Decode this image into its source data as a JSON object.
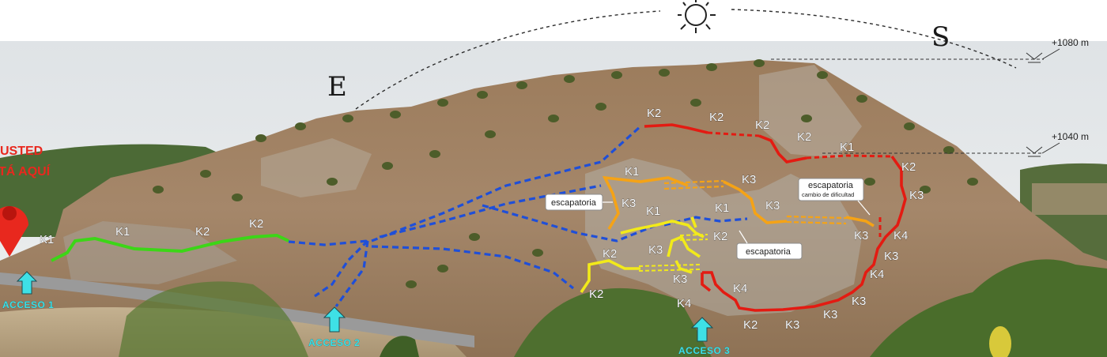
{
  "compass": {
    "east": "E",
    "south": "S",
    "sun": "sun-icon"
  },
  "altitudes": {
    "top": "+1080 m",
    "middle": "+1040 m"
  },
  "you_are_here": {
    "line1": "USTED",
    "line2": "TÁ AQUÍ",
    "marker": "location-pin-icon"
  },
  "accesses": [
    {
      "label": "ACCESO 1"
    },
    {
      "label": "ACCESO 2"
    },
    {
      "label": "ACCESO 3"
    }
  ],
  "escape_routes": [
    {
      "label": "escapatoria",
      "sublabel": ""
    },
    {
      "label": "escapatoria",
      "sublabel": "cambio de dificultad"
    },
    {
      "label": "escapatoria",
      "sublabel": ""
    }
  ],
  "route_colors": {
    "green": "#3cd617",
    "blue": "#1f4fd8",
    "yellow": "#f2ea1a",
    "orange": "#f5a316",
    "red": "#e31b12",
    "access": "#3ee0e6"
  },
  "difficulty_labels": {
    "green": [
      "K1",
      "K1",
      "K2",
      "K2"
    ],
    "blue": [
      "K2"
    ],
    "orange": [
      "K1",
      "K3",
      "K3",
      "K1",
      "K3",
      "K3"
    ],
    "yellow": [
      "K1",
      "K2",
      "K3",
      "K2",
      "K3",
      "K2"
    ],
    "red": [
      "K2",
      "K2",
      "K2",
      "K1",
      "K2",
      "K3",
      "K4",
      "K3",
      "K4",
      "K3",
      "K4",
      "K4",
      "K2",
      "K3",
      "K3"
    ]
  }
}
